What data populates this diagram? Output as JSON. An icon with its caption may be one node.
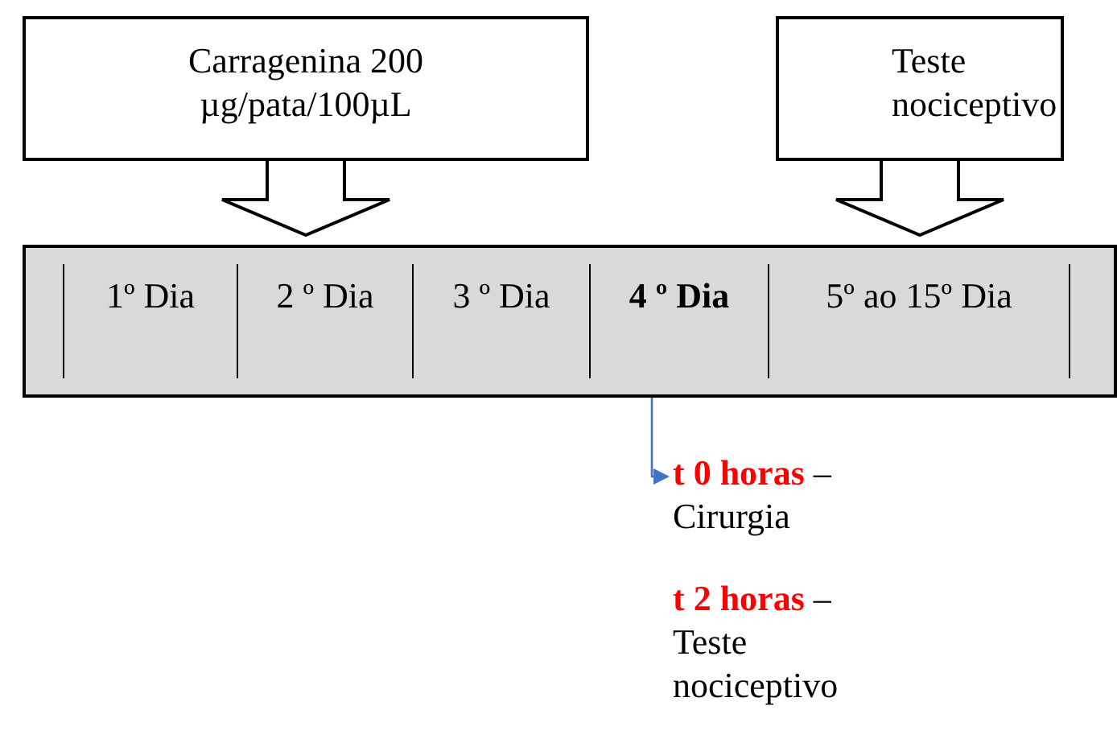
{
  "diagram": {
    "nodes": [
      {
        "text": [
          "Carragenina 200 µg/pata/100µL"
        ]
      },
      {
        "text": [
          "Teste nociceptivo"
        ]
      },
      {
        "text": [],
        "shape": "bar"
      },
      {
        "text": [
          "1º Dia"
        ],
        "in": 2
      },
      {
        "text": [
          "2 º Dia"
        ],
        "in": 2
      },
      {
        "text": [
          "3 º Dia"
        ],
        "in": 2
      },
      {
        "text": [
          "4 º Dia"
        ],
        "in": 2
      },
      {
        "text": [
          "5º ao 15º Dia"
        ],
        "in": 2
      },
      {
        "text": [
          "**t 0 horas** – Cirurgia"
        ]
      }
    ],
    "edges": [
      {
        "from": 0,
        "to": 4,
        "arrow": "to"
      },
      {
        "from": 1,
        "to": 7,
        "arrow": "to"
      },
      {
        "from": 6,
        "to": 8,
        "arrow": "to",
        "color": "#4472c4"
      }
    ],
    "labels": [
      "**t 2 horas** – Teste nociceptivo"
    ]
  }
}
